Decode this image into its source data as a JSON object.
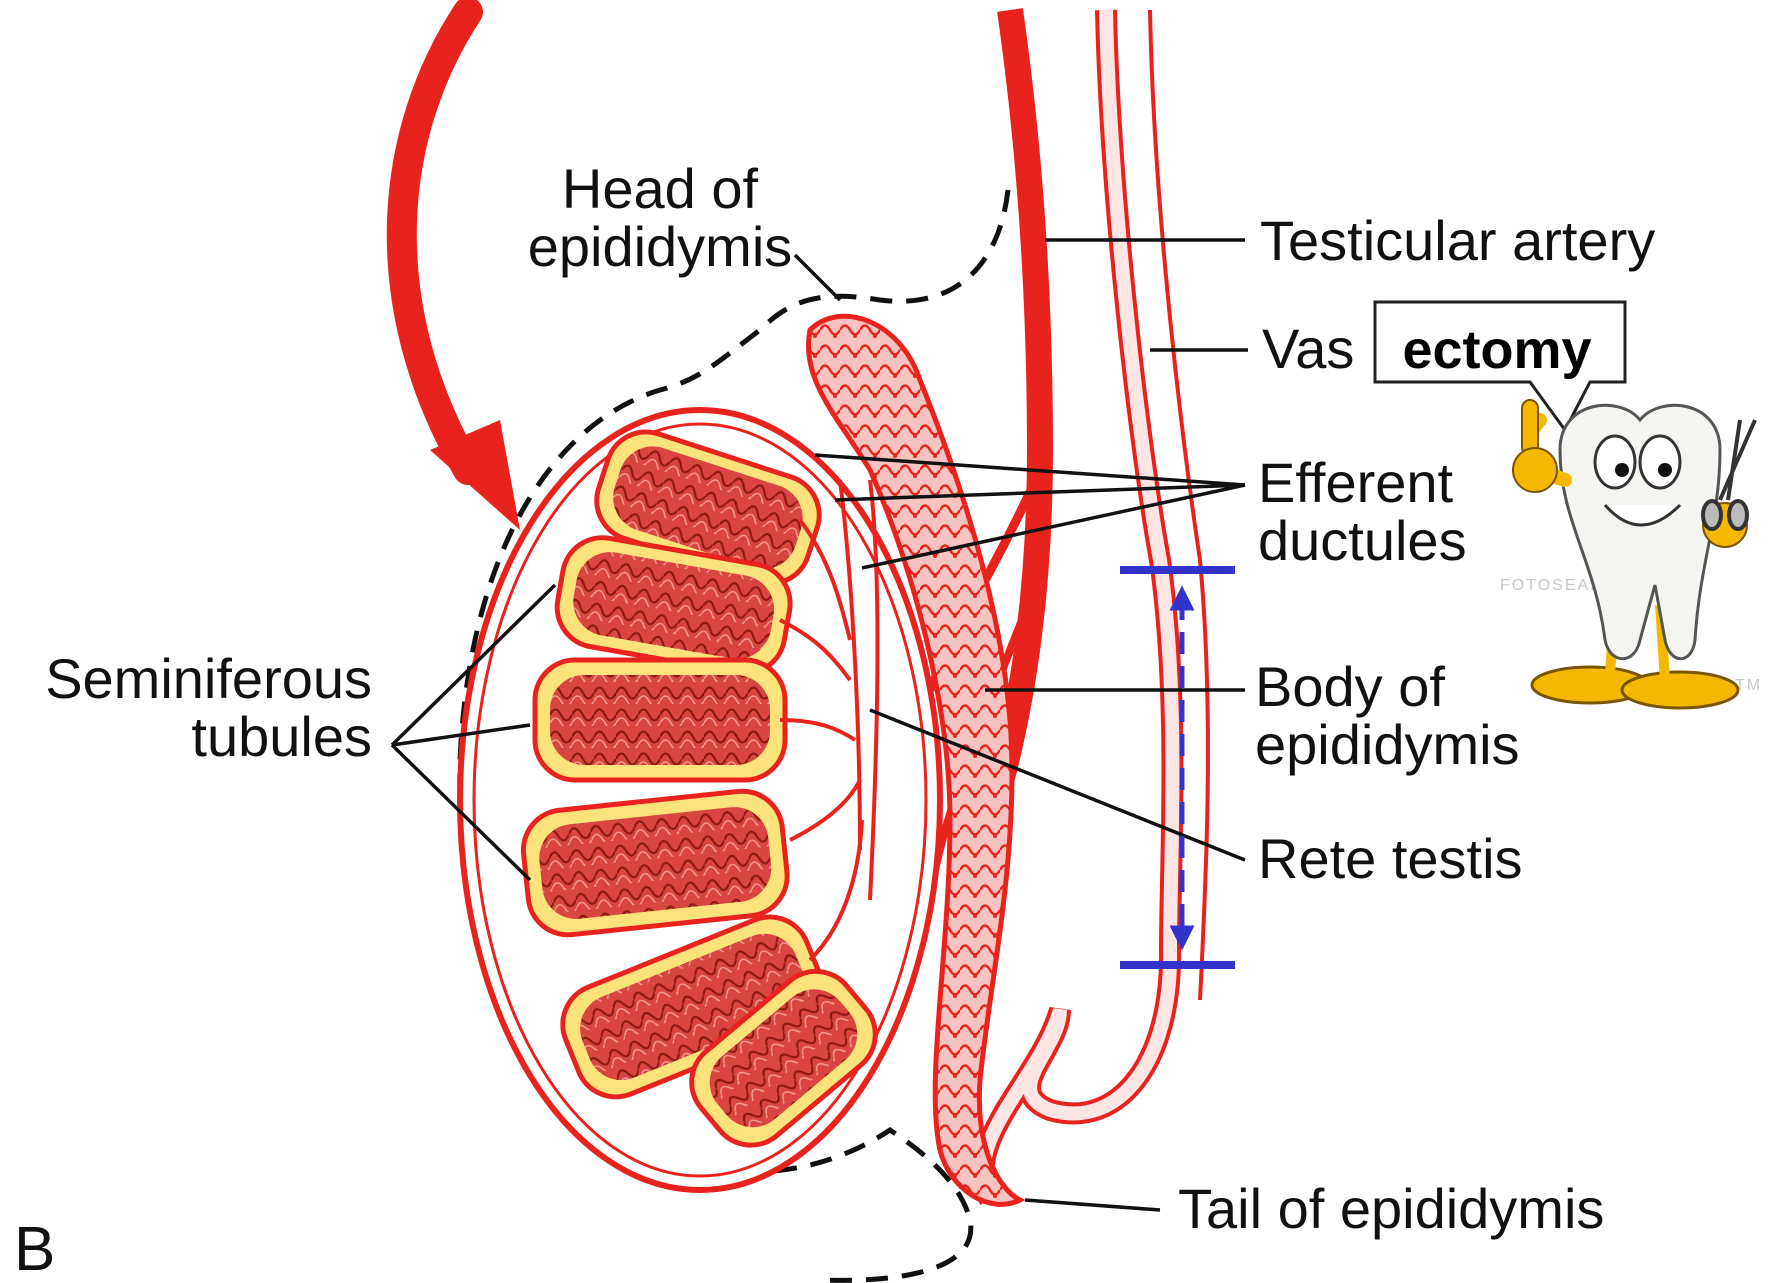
{
  "figure": {
    "panel_letter": "B",
    "labels": {
      "head_of_epididymis": [
        "Head of",
        "epididymis"
      ],
      "testicular_artery": "Testicular artery",
      "vas": "Vas",
      "efferent_ductules": [
        "Efferent",
        "ductules"
      ],
      "seminiferous_tubules": [
        "Seminiferous",
        "tubules"
      ],
      "body_of_epididymis": [
        "Body of",
        "epididymis"
      ],
      "rete_testis": "Rete testis",
      "tail_of_epididymis": "Tail of epididymis"
    },
    "callout": {
      "text": "ectomy",
      "trademark": "TM",
      "watermark": "FOTOSEARCH"
    },
    "colors": {
      "vessel_red": "#e8231e",
      "tubule_fill": "#d9453f",
      "interstitial_yellow": "#fbe27a",
      "epididymis_pink": "#f7c3c0",
      "capsule_dashed": "#111111",
      "measure_blue": "#3333cc",
      "cartoon_yellow": "#f5b800"
    }
  }
}
